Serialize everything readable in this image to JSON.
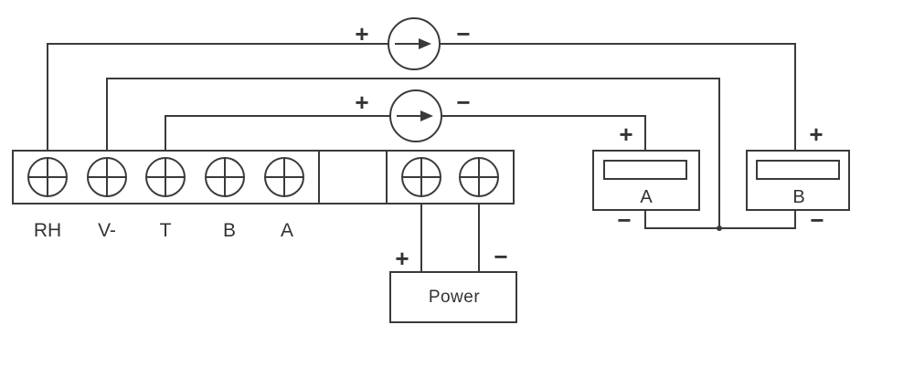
{
  "terminal_labels": [
    "RH",
    "V-",
    "T",
    "B",
    "A"
  ],
  "meter_a": {
    "label": "A",
    "plus": "+",
    "minus": "−"
  },
  "meter_b": {
    "label": "B",
    "plus": "+",
    "minus": "−"
  },
  "power": {
    "label": "Power",
    "plus": "+",
    "minus": "−"
  },
  "loop_top": {
    "plus": "+",
    "minus": "−"
  },
  "loop_mid": {
    "plus": "+",
    "minus": "−"
  },
  "colors": {
    "line": "#3a3a3a",
    "text": "#333333",
    "background": "#ffffff"
  }
}
